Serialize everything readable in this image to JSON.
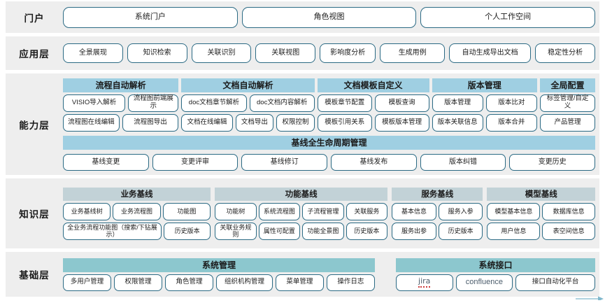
{
  "diagram": {
    "title": "System Architecture Layers",
    "colors": {
      "band_bg": "#eeeeee",
      "pill_border": "#2b6a84",
      "ability_header": "#9fcfe2",
      "knowledge_header": "#c2d2d7",
      "base_header": "#8cc7ce"
    }
  },
  "layers": {
    "portal": {
      "label": "门户",
      "items": [
        "系统门户",
        "角色视图",
        "个人工作空间"
      ]
    },
    "application": {
      "label": "应用层",
      "items": [
        "全景展现",
        "知识检索",
        "关联识别",
        "关联视图",
        "影响度分析",
        "生成用例",
        "自动生成导出文档",
        "稳定性分析"
      ]
    },
    "ability": {
      "label": "能力层",
      "groups": [
        {
          "header": "流程自动解析",
          "rows": [
            [
              "VISIO导入解析",
              "流程图前端展示"
            ],
            [
              "流程图在线编辑",
              "流程图导出"
            ]
          ]
        },
        {
          "header": "文档自动解析",
          "rows": [
            [
              "doc文档章节解析",
              "doc文档内容解析"
            ],
            [
              "文档在线编辑",
              "文档导出",
              "权限控制"
            ]
          ]
        },
        {
          "header": "文档模板自定义",
          "rows": [
            [
              "模板章节配置",
              "模板查询"
            ],
            [
              "模板引用关系",
              "模板版本管理"
            ]
          ]
        },
        {
          "header": "版本管理",
          "rows": [
            [
              "版本管理",
              "版本比对"
            ],
            [
              "版本关联信息",
              "版本合并"
            ]
          ]
        },
        {
          "header": "全局配置",
          "rows": [
            [
              "标签管理/自定义"
            ],
            [
              "产品管理"
            ]
          ]
        }
      ],
      "lifecycle": {
        "header": "基线全生命周期管理",
        "items": [
          "基线变更",
          "变更评审",
          "基线修订",
          "基线发布",
          "版本纠错",
          "变更历史"
        ]
      }
    },
    "knowledge": {
      "label": "知识层",
      "groups": [
        {
          "header": "业务基线",
          "rows": [
            [
              "业务基线树",
              "业务流程图",
              "功能图"
            ],
            [
              "全业务流程功能图（搜索/下钻展示）",
              "历史版本"
            ]
          ]
        },
        {
          "header": "功能基线",
          "rows": [
            [
              "功能树",
              "系统流程图",
              "子流程管理",
              "关联服务"
            ],
            [
              "关联业务规则",
              "属性可配置",
              "功能全景图",
              "历史版本"
            ]
          ]
        },
        {
          "header": "服务基线",
          "rows": [
            [
              "基本信息",
              "服务入参"
            ],
            [
              "服务出参",
              "历史版本"
            ]
          ]
        },
        {
          "header": "模型基线",
          "rows": [
            [
              "模型基本信息",
              "数据库信息"
            ],
            [
              "用户信息",
              "表空间信息"
            ]
          ]
        }
      ]
    },
    "base": {
      "label": "基础层",
      "groups": [
        {
          "header": "系统管理",
          "items": [
            "多用户管理",
            "权限管理",
            "角色管理",
            "组织机构管理",
            "菜单管理",
            "操作日志"
          ]
        },
        {
          "header": "系统接口",
          "items": [
            "jira",
            "confluence",
            "接口自动化平台"
          ]
        }
      ]
    }
  }
}
